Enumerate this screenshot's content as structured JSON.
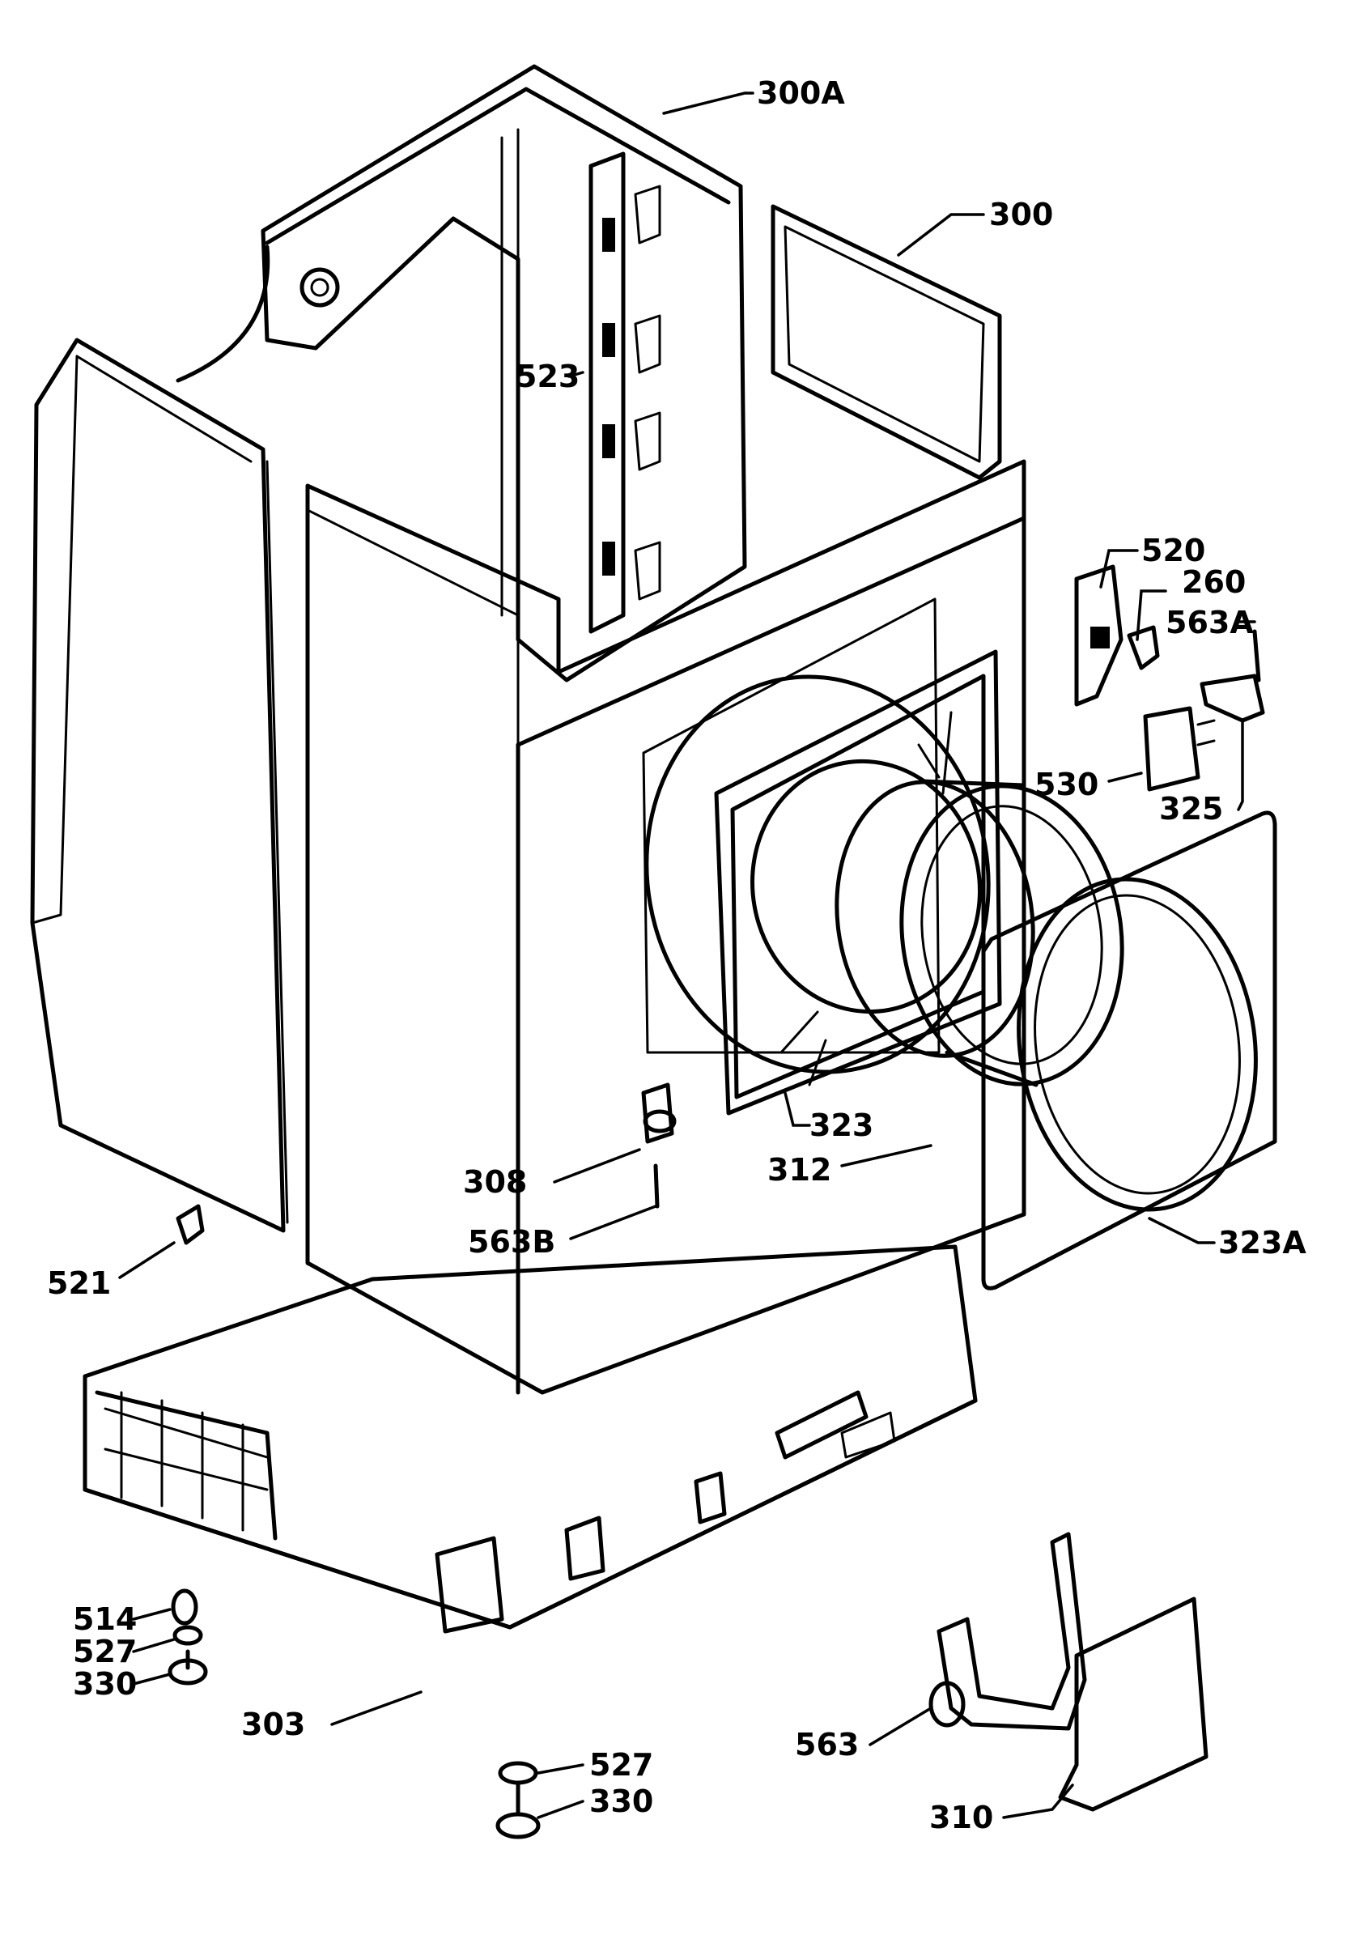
{
  "callouts": [
    {
      "id": "300A",
      "label": "300A"
    },
    {
      "id": "300",
      "label": "300"
    },
    {
      "id": "523",
      "label": "523"
    },
    {
      "id": "520",
      "label": "520"
    },
    {
      "id": "260",
      "label": "260"
    },
    {
      "id": "563A",
      "label": "563A"
    },
    {
      "id": "530",
      "label": "530"
    },
    {
      "id": "325",
      "label": "325"
    },
    {
      "id": "323",
      "label": "323"
    },
    {
      "id": "312",
      "label": "312"
    },
    {
      "id": "308",
      "label": "308"
    },
    {
      "id": "563B",
      "label": "563B"
    },
    {
      "id": "323A",
      "label": "323A"
    },
    {
      "id": "521",
      "label": "521"
    },
    {
      "id": "514",
      "label": "514"
    },
    {
      "id": "527a",
      "label": "527"
    },
    {
      "id": "330a",
      "label": "330"
    },
    {
      "id": "303",
      "label": "303"
    },
    {
      "id": "527b",
      "label": "527"
    },
    {
      "id": "330b",
      "label": "330"
    },
    {
      "id": "563",
      "label": "563"
    },
    {
      "id": "310",
      "label": "310"
    }
  ]
}
